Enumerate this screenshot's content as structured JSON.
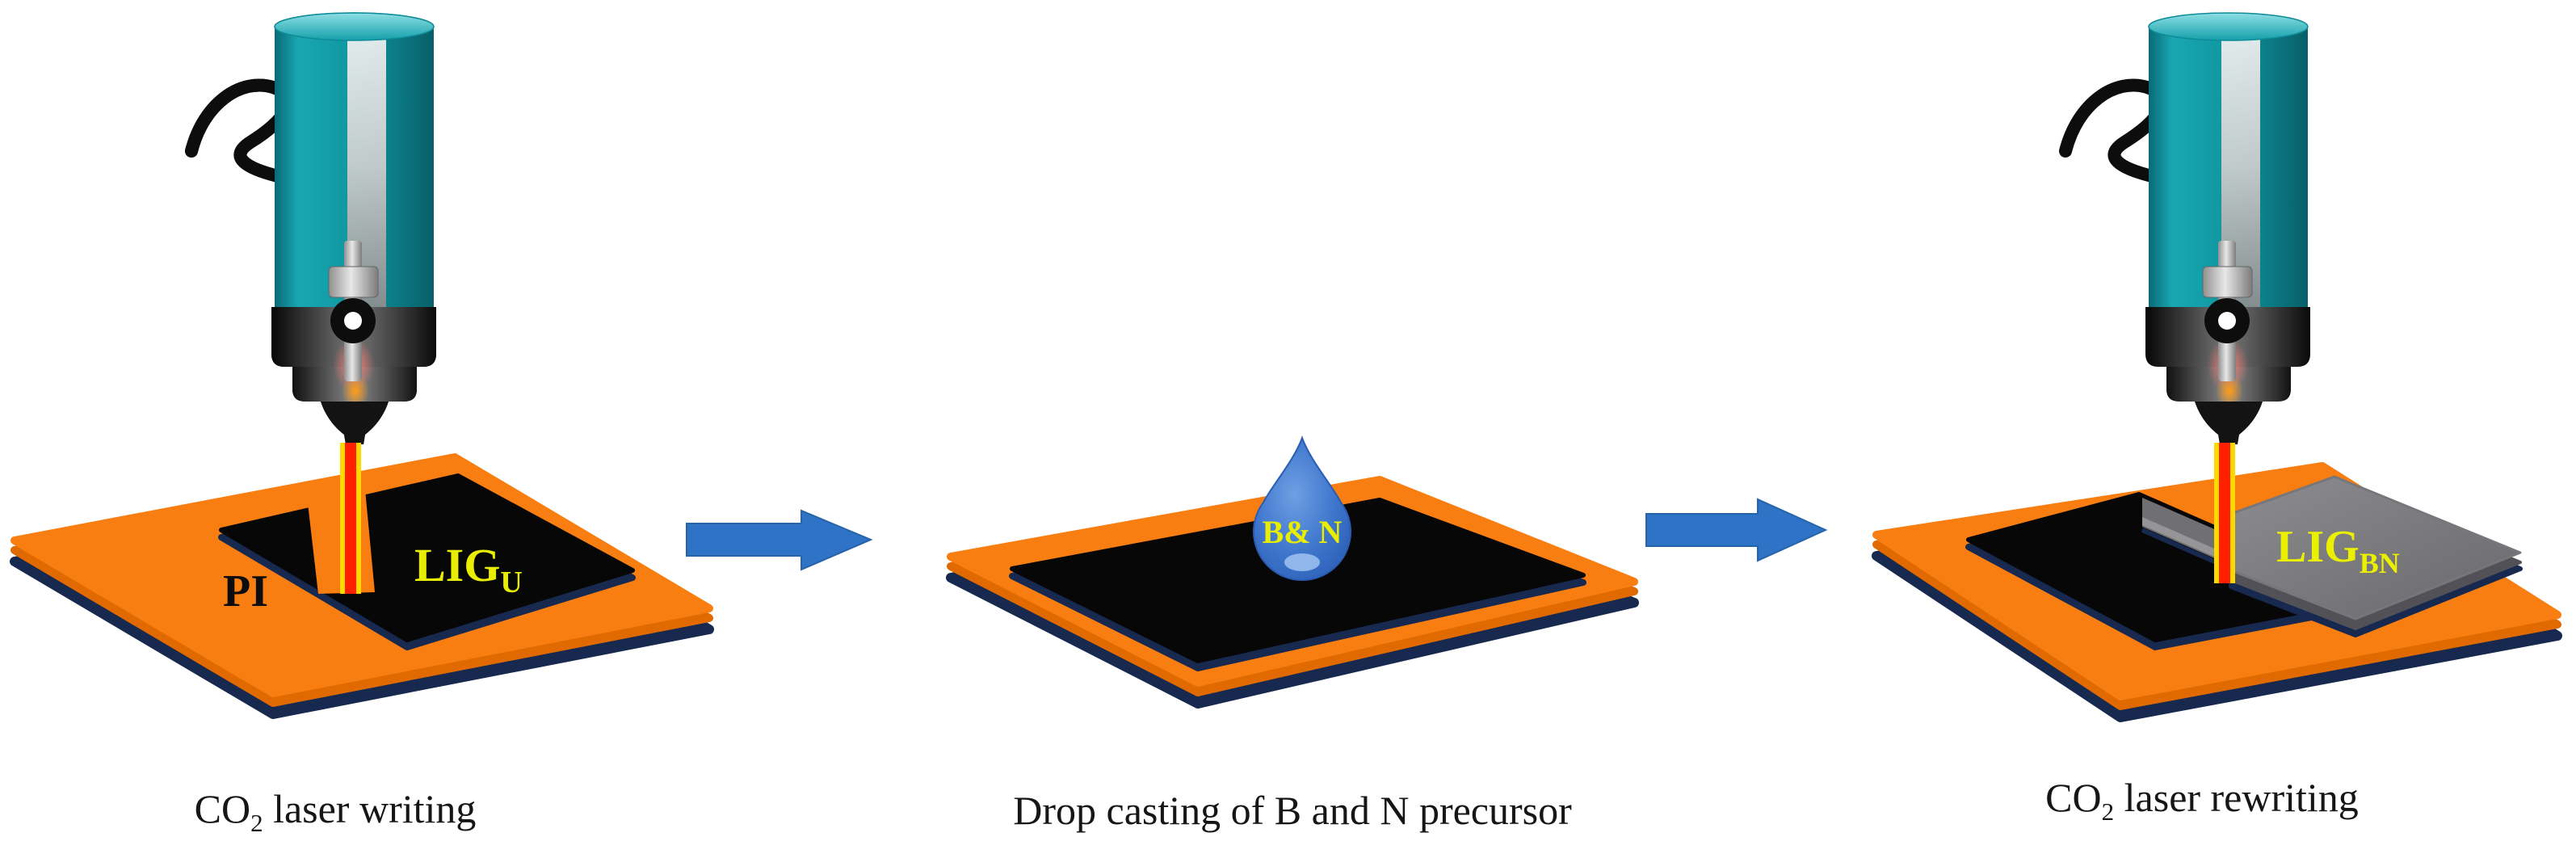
{
  "figure": {
    "steps": [
      {
        "caption_prefix": "CO",
        "caption_sub": "2",
        "caption_suffix": " laser writing",
        "substrate_label": "PI",
        "material_label": "LIG",
        "material_sub": "U"
      },
      {
        "caption": "Drop casting of B and N precursor",
        "droplet_label": "B& N"
      },
      {
        "caption_prefix": "CO",
        "caption_sub": "2",
        "caption_suffix": " laser rewriting",
        "material_label": "LIG",
        "material_sub": "BN"
      }
    ],
    "colors": {
      "substrate_orange": "#F87E12",
      "substrate_edge_orange": "#E06A00",
      "underside_navy": "#18294F",
      "pi_square_black": "#070707",
      "laser_body_teal": "#0F95A0",
      "laser_collar_gray": "#3C3C3C",
      "arrow_blue": "#2E73C5",
      "droplet_blue": "#3F77CD",
      "label_yellow": "#E9EE00",
      "beam_red": "#FF2000",
      "beam_yellow": "#FFD800",
      "lig_bn_gray": "#77777B"
    }
  }
}
